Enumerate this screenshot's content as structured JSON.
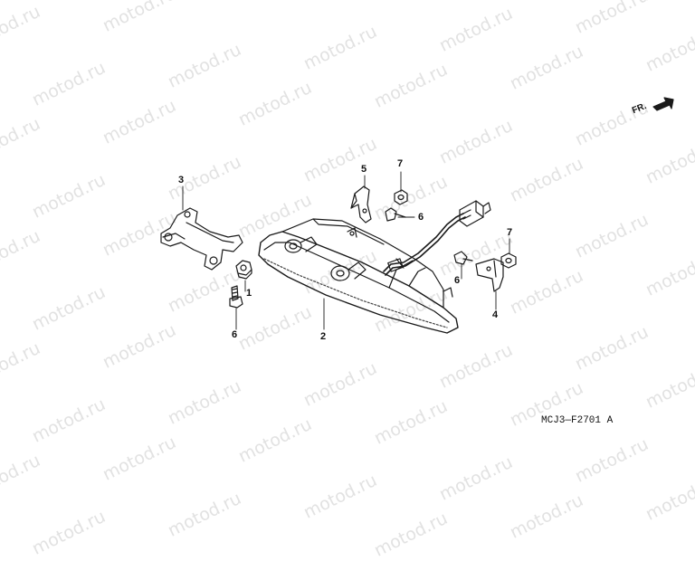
{
  "watermark": {
    "text": "motod.ru"
  },
  "direction_marker": {
    "label": "FR."
  },
  "diagram_code": "MCJ3—F2701 A",
  "callouts": {
    "c3": "3",
    "c1": "1",
    "c6a": "6",
    "c2": "2",
    "c5": "5",
    "c7a": "7",
    "c6b": "6",
    "c7b": "7",
    "c6c": "6",
    "c4": "4"
  }
}
